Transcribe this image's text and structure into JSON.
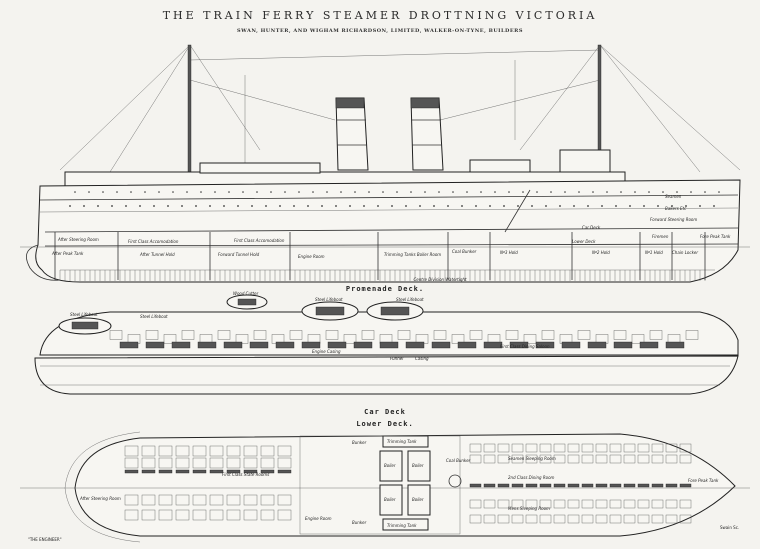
{
  "title": "THE TRAIN FERRY STEAMER DROTTNING VICTORIA",
  "subtitle": "SWAN, HUNTER, AND WIGHAM RICHARDSON, LIMITED, WALKER-ON-TYNE, BUILDERS",
  "elevation": {
    "labels": {
      "after_steering": "After Steering Room",
      "first_class_1": "First Class Accomodation",
      "first_class_2": "First Class Accomodation",
      "after_peak": "After Peak Tank",
      "after_tunnel": "After Tunnel Hold",
      "forward_tunnel": "Forward Tunnel Hold",
      "engine_room": "Engine Room",
      "boiler_room": "Trimming Tanks Boiler Room",
      "coal_bunker": "Coal Bunker",
      "no3": "Nº3 Hold",
      "no2": "Nº2 Hold",
      "no1": "Nº1 Hold",
      "chain_locker": "Chain Locker",
      "lower_deck": "Lower Deck",
      "firemen": "Firemen",
      "fore_peak": "Fore Peak Tank",
      "car_deck": "Car Deck",
      "fwd_steering": "Forward Steering Room",
      "seamen": "Seamen",
      "bakers": "Bakers Etc",
      "watertight": "Centre Division Watertight"
    }
  },
  "promenade": {
    "heading": "Promenade Deck.",
    "wood_cutter": "Wood Cutter",
    "lifeboat_1": "Steel Lifeboat",
    "lifeboat_2": "Steel Lifeboat",
    "lifeboat_3": "Steel Lifeboat",
    "lifeboat_4": "Steel Lifeboat",
    "engine_casing": "Engine Casing",
    "funnel": "Funnel",
    "casing": "Casing",
    "dining": "First Class Dining Saloon"
  },
  "car_deck_heading": "Car Deck",
  "lower_deck": {
    "heading": "Lower Deck.",
    "trimming_1": "Trimming Tank",
    "trimming_2": "Trimming Tank",
    "boiler": "Boiler",
    "bunker": "Bunker",
    "coal_bunker": "Coal Bunker",
    "engine_room": "Engine Room",
    "first_class": "First Class State Rooms",
    "after_steering": "After Steering Room",
    "seamen_sleeping": "Seamen Sleeping Room",
    "second_dining": "2nd Class Dining Room",
    "mens_sleeping": "Mens Sleeping Room",
    "fore_peak": "Fore Peak Tank"
  },
  "credit_left": "\"THE ENGINEER\"",
  "credit_right": "Swain Sc."
}
